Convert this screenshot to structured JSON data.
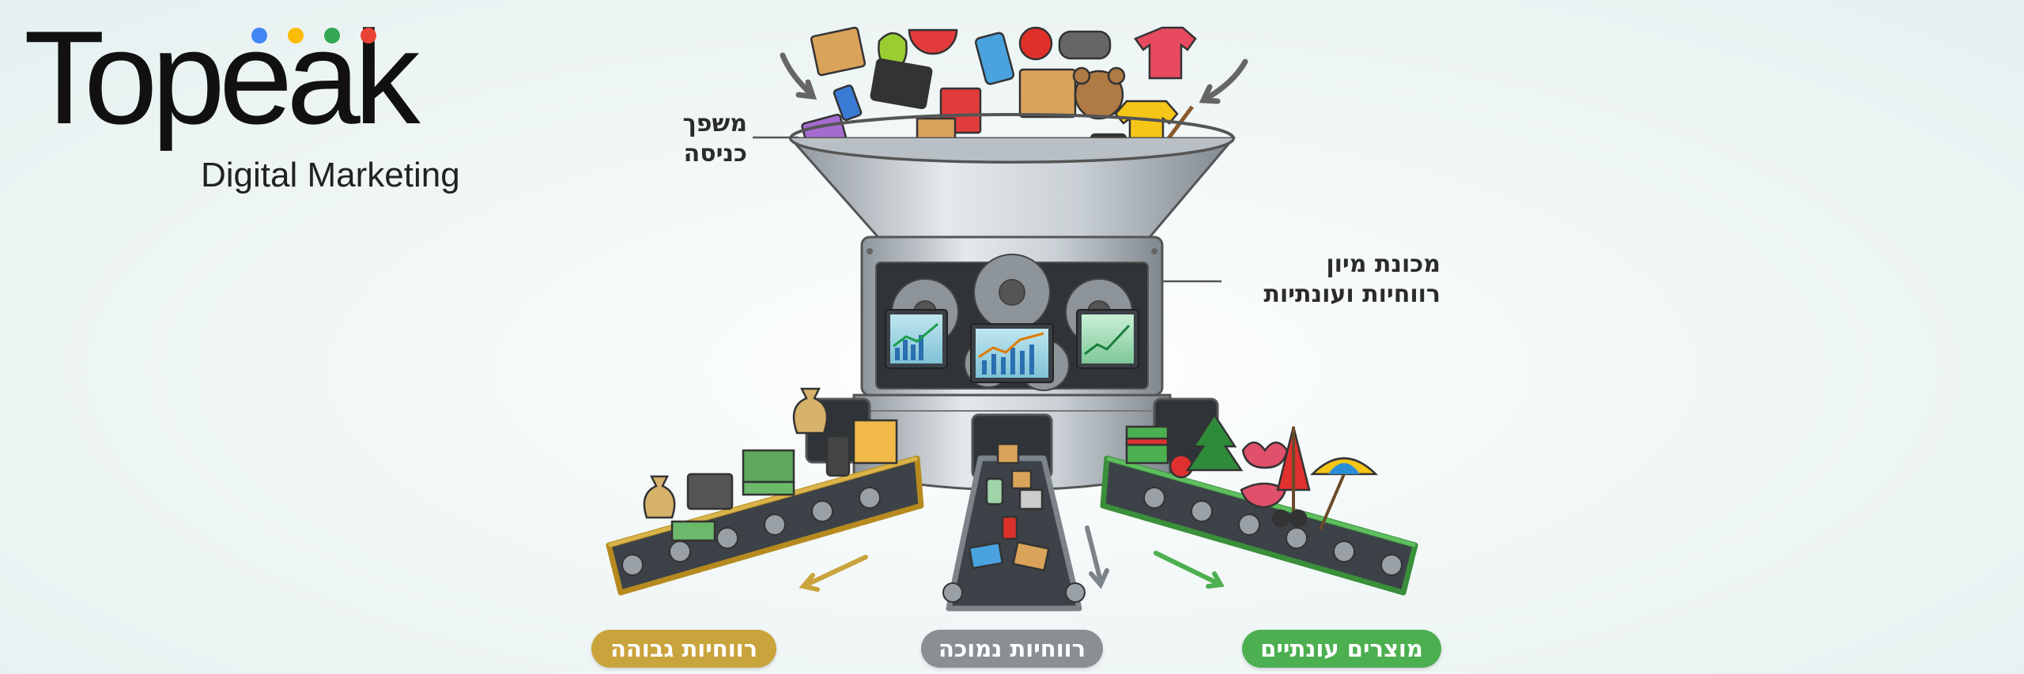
{
  "logo": {
    "brand": "Topeak",
    "subtitle": "Digital Marketing",
    "dot_colors": [
      "#4285F4",
      "#FBBC05",
      "#34A853",
      "#EA4335"
    ]
  },
  "labels": {
    "funnel_line1": "משפך",
    "funnel_line2": "כניסה",
    "machine_line1": "מכונת מיון",
    "machine_line2": "רווחיות ועונתיות"
  },
  "outputs": [
    {
      "label": "רווחיות גבוהה",
      "color": "#c9a33c"
    },
    {
      "label": "רווחיות נמוכה",
      "color": "#8a8f94"
    },
    {
      "label": "מוצרים עונתיים",
      "color": "#4caf50"
    }
  ]
}
